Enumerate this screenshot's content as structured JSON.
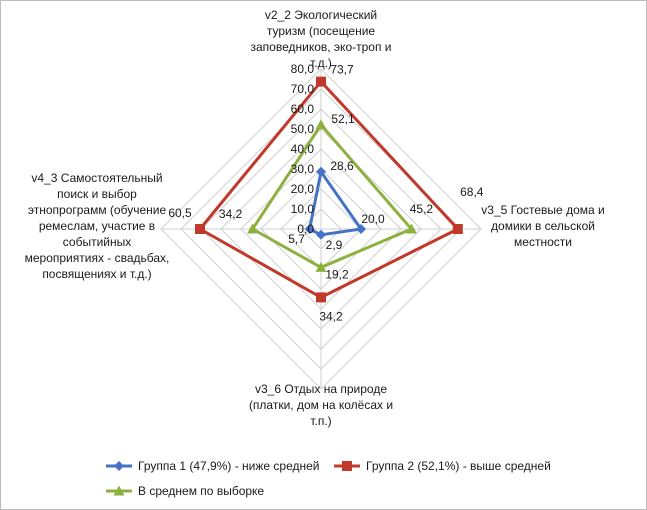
{
  "chart_data": {
    "type": "radar",
    "categories": [
      [
        "v2_2 Экологический",
        "туризм (посещение",
        "заповедников, эко-троп и",
        "т.д.)"
      ],
      [
        "v3_5 Гостевые дома и",
        "домики в сельской",
        "местности"
      ],
      [
        "v3_6 Отдых на природе",
        "(платки, дом на колёсах и",
        "т.п.)"
      ],
      [
        "v4_3 Самостоятельный",
        "поиск и выбор",
        "этнопрограмм (обучение",
        "ремеслам, участие в",
        "событийных",
        "мероприятиях - свадьбах,",
        "посвящениях и т.д.)"
      ]
    ],
    "rlim": [
      0,
      80
    ],
    "ticks": [
      "0,0",
      "10,0",
      "20,0",
      "30,0",
      "40,0",
      "50,0",
      "60,0",
      "70,0",
      "80,0"
    ],
    "grid": true,
    "legend_position": "bottom",
    "series": [
      {
        "name": "Группа 1 (47,9%) - ниже средней",
        "values": [
          28.6,
          20.0,
          2.9,
          5.7
        ],
        "labels": [
          "28,6",
          "20,0",
          "2,9",
          "5,7"
        ],
        "color": "#4472c4",
        "marker": "diamond"
      },
      {
        "name": "Группа 2 (52,1%) - выше средней",
        "values": [
          73.7,
          68.4,
          34.2,
          60.5
        ],
        "labels": [
          "73,7",
          "68,4",
          "34,2",
          "60,5"
        ],
        "color": "#c0392b",
        "marker": "square"
      },
      {
        "name": "В среднем по выборке",
        "values": [
          52.1,
          45.2,
          19.2,
          34.2
        ],
        "labels": [
          "52,1",
          "45,2",
          "19,2",
          "34,2"
        ],
        "color": "#8db13f",
        "marker": "triangle"
      }
    ]
  }
}
